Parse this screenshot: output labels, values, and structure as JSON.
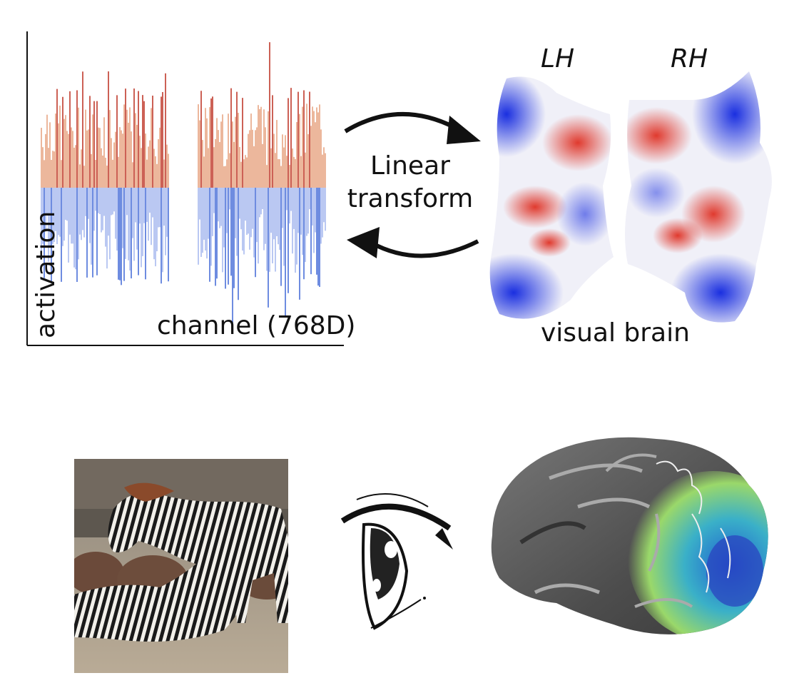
{
  "chart_data": {
    "type": "bar",
    "xlabel": "channel (768D)",
    "ylabel": "activation",
    "colors": {
      "positive": "#c0392b",
      "positive_light": "#e8a584",
      "negative": "#4a6fd8",
      "negative_light": "#a9bbef"
    }
  },
  "diagram": {
    "transform_label_line1": "Linear",
    "transform_label_line2": "transform",
    "hemisphere_left": "LH",
    "hemisphere_right": "RH",
    "brain_label": "visual brain"
  }
}
